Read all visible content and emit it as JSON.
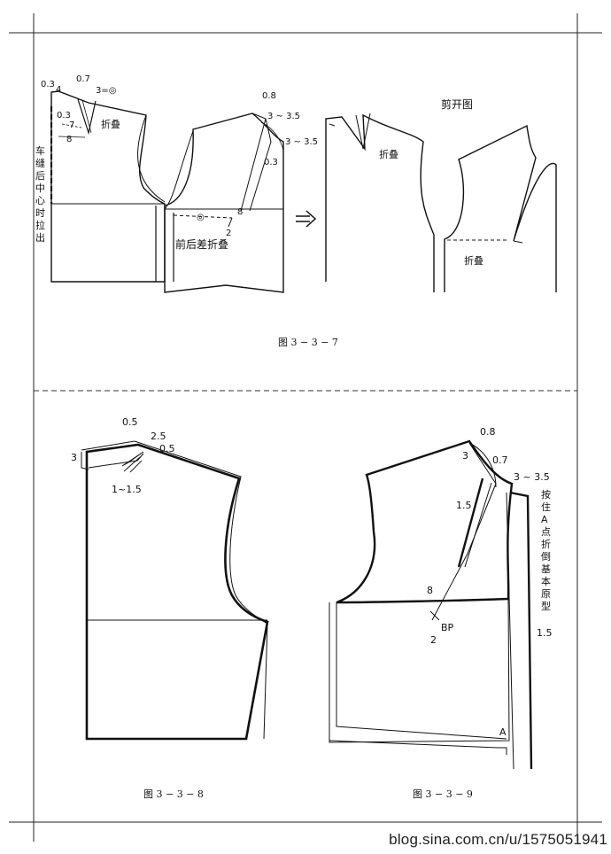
{
  "fig1": {
    "caption": "图 3 − 3 − 7",
    "back": {
      "m_03a": "0.3",
      "m_4": "4",
      "m_07": "0.7",
      "m_3eq": "3=◎",
      "m_03b": "0.3",
      "m_7": "7",
      "m_8": "8",
      "fold": "折叠",
      "side_note": [
        "车",
        "缝",
        "后",
        "中",
        "心",
        "时",
        "拉",
        "出"
      ]
    },
    "front": {
      "m_08": "0.8",
      "m_3_35a": "3 ~ 3.5",
      "m_3_35b": "3 ~ 3.5",
      "m_03": "0.3",
      "m_8": "8",
      "m_2": "2",
      "circ": "◎",
      "note": "前后差折叠"
    },
    "arrow": "⇒",
    "result": {
      "title": "剪开图",
      "fold_back": "折叠",
      "fold_front": "折叠"
    }
  },
  "fig2": {
    "caption": "图 3 − 3 − 8",
    "m_05a": "0.5",
    "m_25": "2.5",
    "m_05b": "0.5",
    "m_3": "3",
    "m_1_15": "1~1.5"
  },
  "fig3": {
    "caption": "图 3 − 3 − 9",
    "m_08": "0.8",
    "m_3": "3",
    "m_07": "0.7",
    "m_3_35": "3 ~ 3.5",
    "m_15": "1.5",
    "m_8": "8",
    "m_bp": "BP",
    "m_2": "2",
    "m_A": "A",
    "m_15b": "1.5",
    "vertical_note": [
      "按",
      "住",
      "A",
      "点",
      "折",
      "倒",
      "基",
      "本",
      "原",
      "型"
    ]
  },
  "watermark": "blog.sina.com.cn/u/1575051941"
}
